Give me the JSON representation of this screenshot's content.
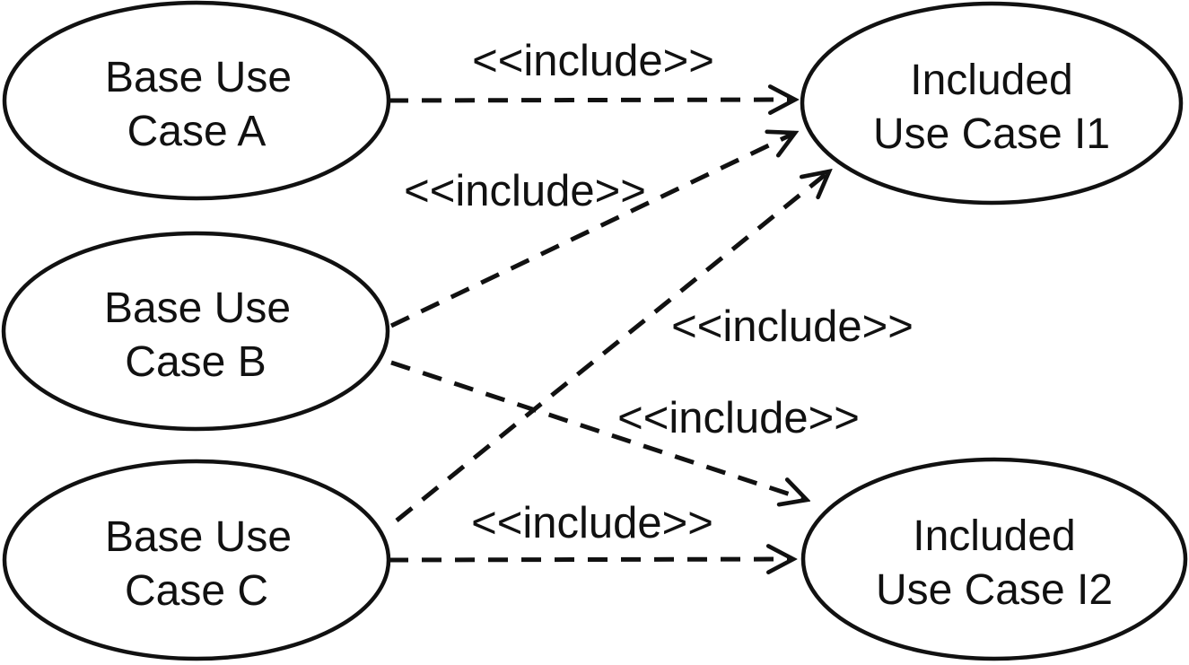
{
  "diagram": {
    "kind": "uml-use-case-include-diagram",
    "colors": {
      "background": "#ffffff",
      "stroke": "#111111",
      "text": "#111111"
    },
    "nodes": [
      {
        "id": "base-use-case-a",
        "line1": "Base Use",
        "line2": "Case A"
      },
      {
        "id": "base-use-case-b",
        "line1": "Base Use",
        "line2": "Case B"
      },
      {
        "id": "base-use-case-c",
        "line1": "Base Use",
        "line2": "Case C"
      },
      {
        "id": "included-use-case-i1",
        "line1": "Included",
        "line2": "Use Case I1"
      },
      {
        "id": "included-use-case-i2",
        "line1": "Included",
        "line2": "Use Case I2"
      }
    ],
    "edges": [
      {
        "from": "Base Use Case A",
        "to": "Included Use Case I1",
        "label": "<<include>>"
      },
      {
        "from": "Base Use Case B",
        "to": "Included Use Case I1",
        "label": "<<include>>"
      },
      {
        "from": "Base Use Case C",
        "to": "Included Use Case I1",
        "label": "<<include>>"
      },
      {
        "from": "Base Use Case B",
        "to": "Included Use Case I2",
        "label": "<<include>>"
      },
      {
        "from": "Base Use Case C",
        "to": "Included Use Case I2",
        "label": "<<include>>"
      }
    ]
  }
}
